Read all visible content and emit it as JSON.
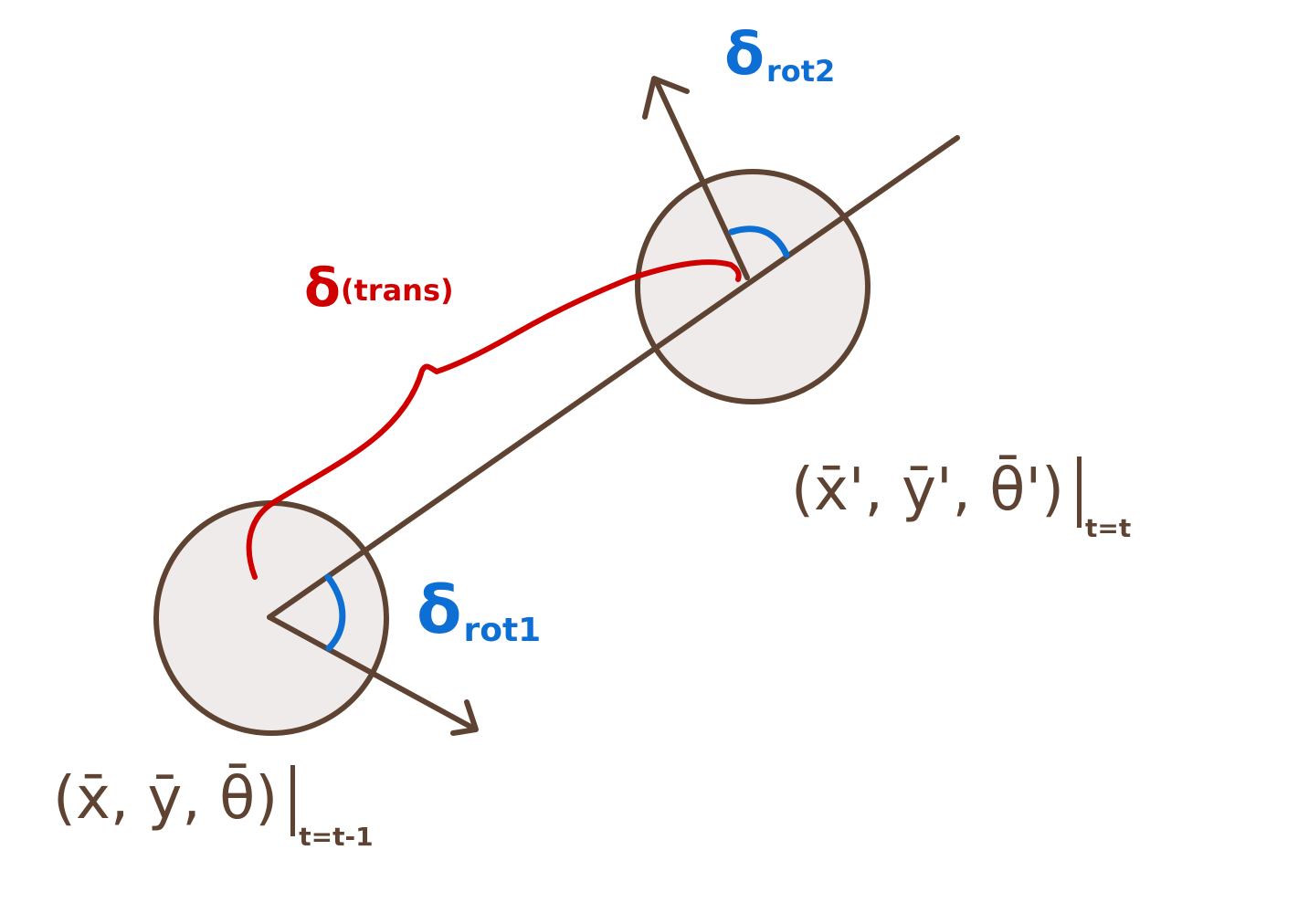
{
  "colors": {
    "robot_stroke": "#5e4333",
    "robot_fill": "#efebeb",
    "translation": "#d00000",
    "rotation": "#0d6fd3"
  },
  "labels": {
    "delta_trans": {
      "symbol": "δ",
      "sub": "(trans)"
    },
    "delta_rot1": {
      "symbol": "δ",
      "sub": "rot1"
    },
    "delta_rot2": {
      "symbol": "δ",
      "sub": "rot2"
    },
    "pose_prev": {
      "text": "(x̄, ȳ, θ̄)",
      "sub": "t=t-1"
    },
    "pose_next": {
      "text": "(x̄', ȳ', θ̄')",
      "sub": "t=t"
    }
  }
}
